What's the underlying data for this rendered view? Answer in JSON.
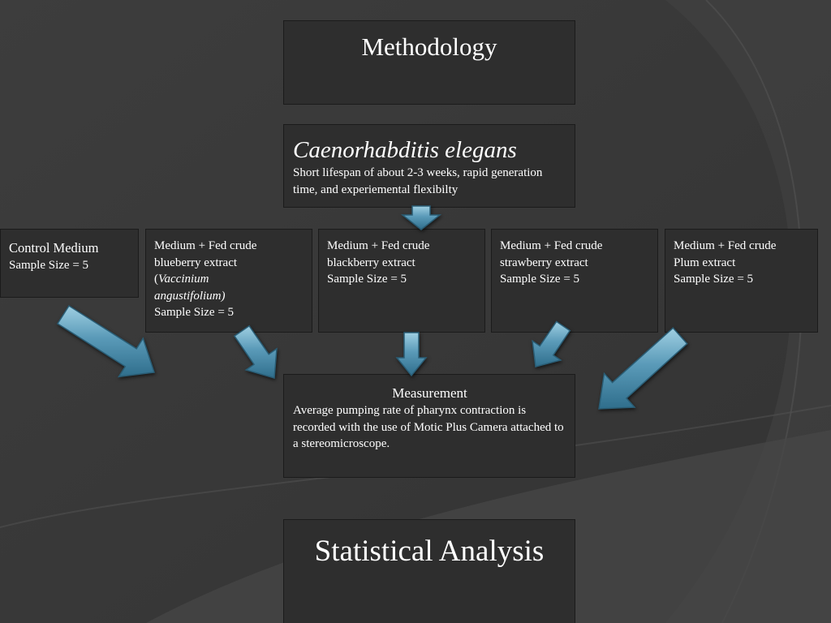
{
  "slide": {
    "colors": {
      "background": "#3a3a3a",
      "box_fill": "#2e2e2e",
      "box_border": "#1b1b1b",
      "arrow_fill": "#4a8aa6",
      "text": "#ffffff"
    }
  },
  "methodology": {
    "title": "Methodology"
  },
  "organism": {
    "name": "Caenorhabditis elegans",
    "description": "Short lifespan of about 2-3 weeks, rapid generation time, and experiemental flexibilty"
  },
  "groups": [
    {
      "line1": "Control Medium",
      "line2": "Sample Size = 5"
    },
    {
      "line1": "Medium +  Fed crude",
      "line2": "blueberry extract",
      "line3_open": "(",
      "line3_italic": "Vaccinium angustifolium)",
      "line4": "Sample Size = 5"
    },
    {
      "line1": "Medium +  Fed crude",
      "line2": "blackberry extract",
      "line3": "Sample Size = 5"
    },
    {
      "line1": "Medium +  Fed crude",
      "line2": "strawberry extract",
      "line3": "Sample Size = 5"
    },
    {
      "line1": "Medium +  Fed crude",
      "line2": "Plum extract",
      "line3": "Sample Size = 5"
    }
  ],
  "measurement": {
    "title": "Measurement",
    "description": "Average pumping rate of pharynx contraction is recorded with the use of Motic Plus Camera attached to a stereomicroscope."
  },
  "analysis": {
    "title": "Statistical Analysis"
  }
}
